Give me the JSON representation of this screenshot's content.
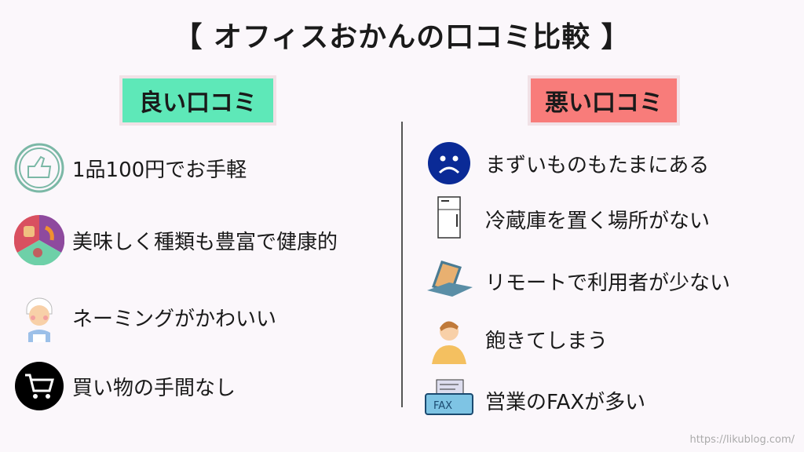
{
  "title": "【 オフィスおかんの口コミ比較 】",
  "good": {
    "label": "良い口コミ",
    "items": [
      {
        "text": "1品100円でお手軽",
        "icon": "thumbs-up-icon"
      },
      {
        "text": "美味しく種類も豊富で健康的",
        "icon": "food-icon"
      },
      {
        "text": "ネーミングがかわいい",
        "icon": "cook-lady-icon"
      },
      {
        "text": "買い物の手間なし",
        "icon": "shopping-cart-icon"
      }
    ]
  },
  "bad": {
    "label": "悪い口コミ",
    "items": [
      {
        "text": "まずいものもたまにある",
        "icon": "sad-face-icon"
      },
      {
        "text": "冷蔵庫を置く場所がない",
        "icon": "refrigerator-icon"
      },
      {
        "text": "リモートで利用者が少ない",
        "icon": "laptop-icon"
      },
      {
        "text": "飽きてしまう",
        "icon": "bored-person-icon"
      },
      {
        "text": "営業のFAXが多い",
        "icon": "fax-icon"
      }
    ]
  },
  "credit": "https://likublog.com/",
  "colors": {
    "good": "#5ee8b8",
    "bad": "#f87c7a"
  }
}
